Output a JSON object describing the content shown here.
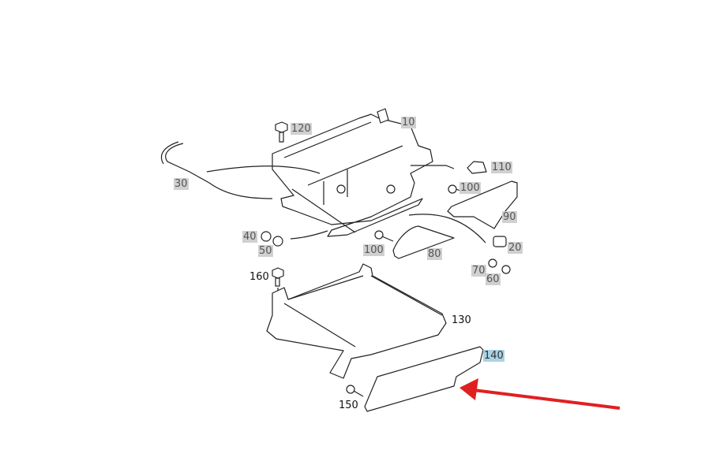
{
  "diagram": {
    "labels": {
      "p120": "120",
      "p10": "10",
      "p30": "30",
      "p110": "110",
      "p100a": "100",
      "p90": "90",
      "p40": "40",
      "p50": "50",
      "p100b": "100",
      "p80": "80",
      "p20": "20",
      "p70": "70",
      "p60": "60",
      "p160": "160",
      "p130": "130",
      "p140": "140",
      "p150": "150"
    },
    "highlighted_part": "140",
    "colors": {
      "label_bg": "#d0d0d0",
      "highlight_bg": "#a9d3e3",
      "pointer_arrow": "#e02020"
    }
  }
}
